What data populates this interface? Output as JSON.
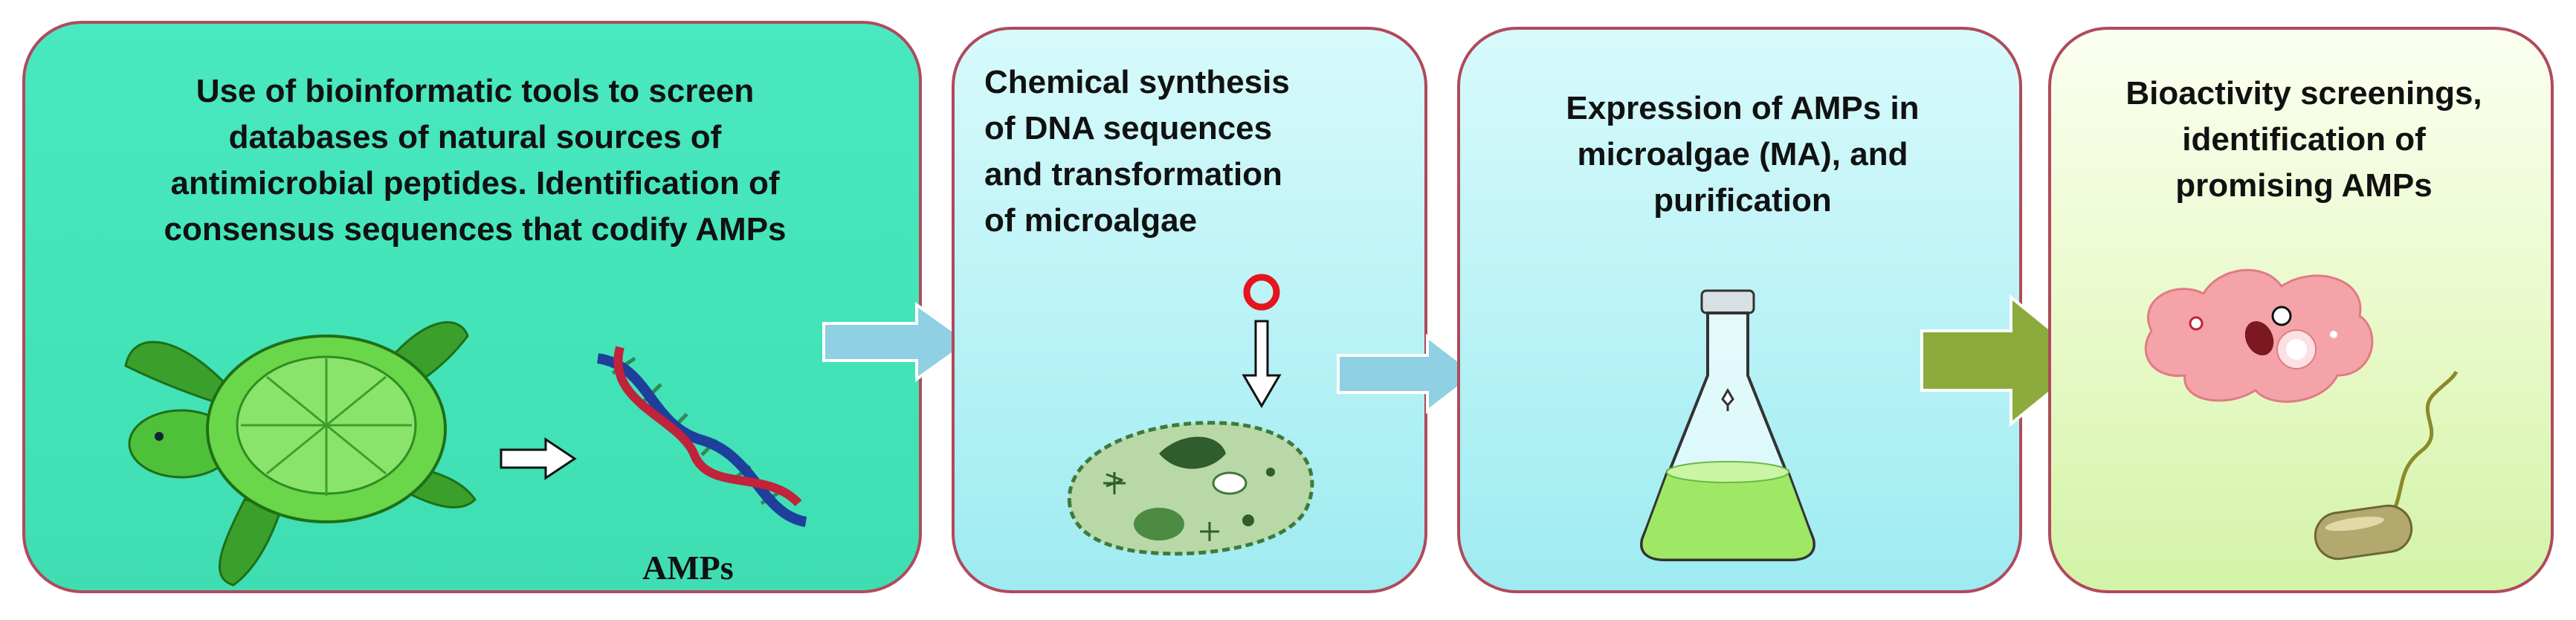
{
  "steps": [
    {
      "text": "Use of bioinformatic tools to screen\ndatabases of natural sources of\nantimicrobial peptides. Identification of\nconsensus sequences that codify AMPs"
    },
    {
      "text": "Chemical synthesis\nof DNA sequences\nand transformation\nof microalgae"
    },
    {
      "text": "Expression of AMPs in\nmicroalgae (MA), and\npurification"
    },
    {
      "text": "Bioactivity screenings,\nidentification of\npromising AMPs"
    }
  ],
  "labels": {
    "amps": "AMPs"
  },
  "icons": [
    "sea-turtle-icon",
    "outline-arrow-icon",
    "dna-helix-icon",
    "plasmid-ring-icon",
    "down-outline-arrow-icon",
    "microalga-cell-icon",
    "erlenmeyer-flask-icon",
    "amoeba-icon",
    "bacterium-icon"
  ],
  "colors": {
    "panel1": "#45e2b9",
    "panel2_3": "#b8f2f6",
    "panel4": "#e2f7c2",
    "panel_border": "#b04a5c",
    "arrow_blue": "#8fd0e3",
    "arrow_green": "#8cab3c"
  }
}
